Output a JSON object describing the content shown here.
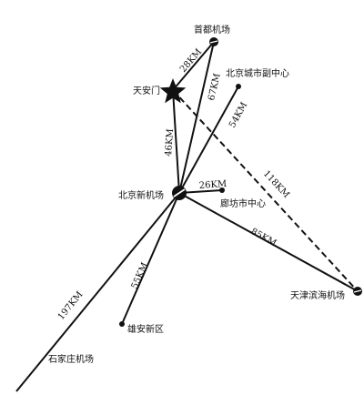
{
  "places": {
    "capital_airport": "首都机场",
    "tiananmen": "天安门",
    "beijing_city_center": "北京城市副中心",
    "new_airport": "北京新机场",
    "langfang_center": "廊坊市中心",
    "tianjin_airport": "天津滨海机场",
    "xiongan": "雄安新区",
    "shijiazhuang_airport": "石家庄机场"
  },
  "distances": {
    "capital_to_tiananmen": "28KM",
    "new_to_capital": "67KM",
    "new_to_city_center": "54KM",
    "new_to_tiananmen": "46KM",
    "new_to_langfang": "26KM",
    "tiananmen_to_tianjin": "118KM",
    "new_to_tianjin": "85KM",
    "new_to_xiongan": "55KM",
    "new_to_shijiazhuang": "197KM"
  }
}
